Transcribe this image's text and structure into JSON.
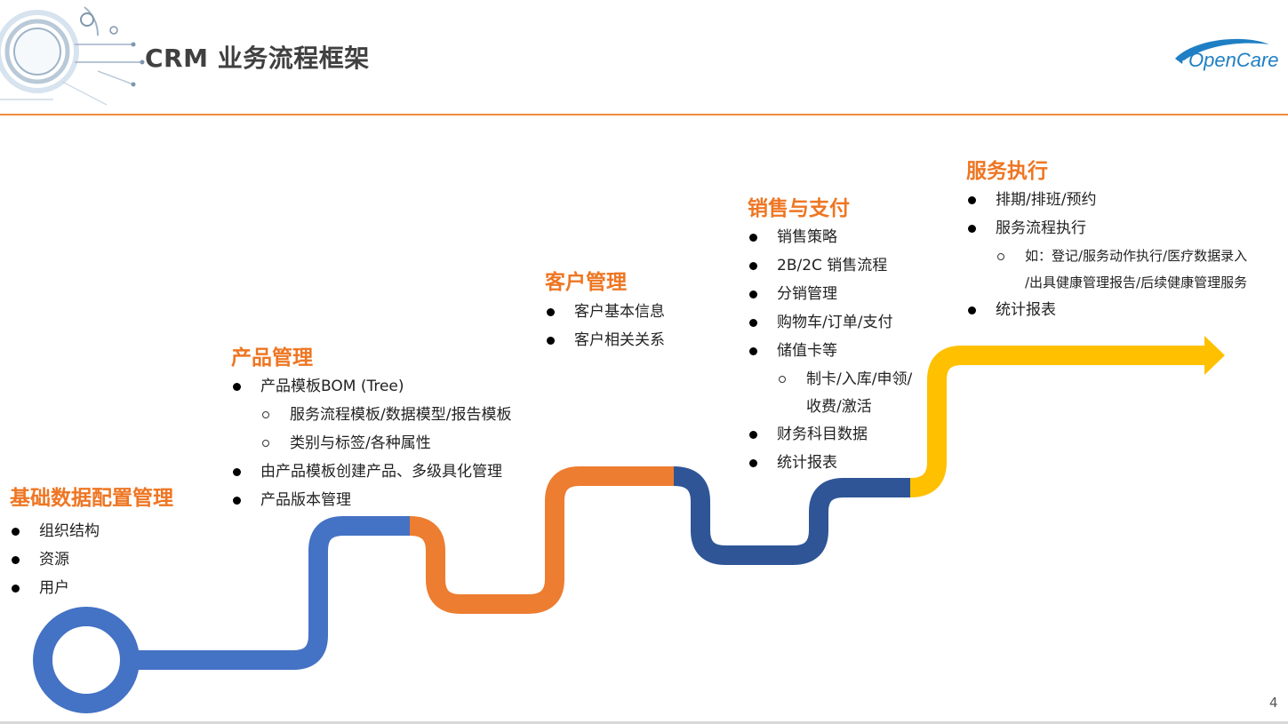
{
  "header": {
    "title": "CRM 业务流程框架",
    "logo_text": "OpenCare",
    "accent_color": "#ee7623",
    "line_color": "#ef8a3c"
  },
  "page_number": "4",
  "road_colors": {
    "start_circle": "#4472c4",
    "segment_1": "#4472c4",
    "segment_2": "#ed7d31",
    "segment_3": "#ed7d31",
    "segment_4": "#2f5597",
    "segment_5": "#ffc000"
  },
  "sections": [
    {
      "title": "基础数据配置管理",
      "items": [
        {
          "text": "组织结构",
          "level": 1
        },
        {
          "text": "资源",
          "level": 1
        },
        {
          "text": "用户",
          "level": 1
        }
      ]
    },
    {
      "title": "产品管理",
      "items": [
        {
          "text": "产品模板BOM (Tree)",
          "level": 1
        },
        {
          "text": "服务流程模板/数据模型/报告模板",
          "level": 2
        },
        {
          "text": "类别与标签/各种属性",
          "level": 2
        },
        {
          "text": "由产品模板创建产品、多级具化管理",
          "level": 1
        },
        {
          "text": "产品版本管理",
          "level": 1
        }
      ]
    },
    {
      "title": "客户管理",
      "items": [
        {
          "text": "客户基本信息",
          "level": 1
        },
        {
          "text": "客户相关关系",
          "level": 1
        }
      ]
    },
    {
      "title": "销售与支付",
      "items": [
        {
          "text": "销售策略",
          "level": 1
        },
        {
          "text": "2B/2C 销售流程",
          "level": 1
        },
        {
          "text": "分销管理",
          "level": 1
        },
        {
          "text": "购物车/订单/支付",
          "level": 1
        },
        {
          "text": "储值卡等",
          "level": 1
        },
        {
          "text": "制卡/入库/申领/",
          "level": 2
        },
        {
          "text": "收费/激活",
          "level": 3
        },
        {
          "text": "财务科目数据",
          "level": 1
        },
        {
          "text": "统计报表",
          "level": 1
        }
      ]
    },
    {
      "title": "服务执行",
      "items": [
        {
          "text": "排期/排班/预约",
          "level": 1
        },
        {
          "text": "服务流程执行",
          "level": 1
        },
        {
          "text": "如：登记/服务动作执行/医疗数据录入",
          "level": 2
        },
        {
          "text": "/出具健康管理报告/后续健康管理服务",
          "level": 3
        },
        {
          "text": "统计报表",
          "level": 1
        }
      ]
    }
  ]
}
